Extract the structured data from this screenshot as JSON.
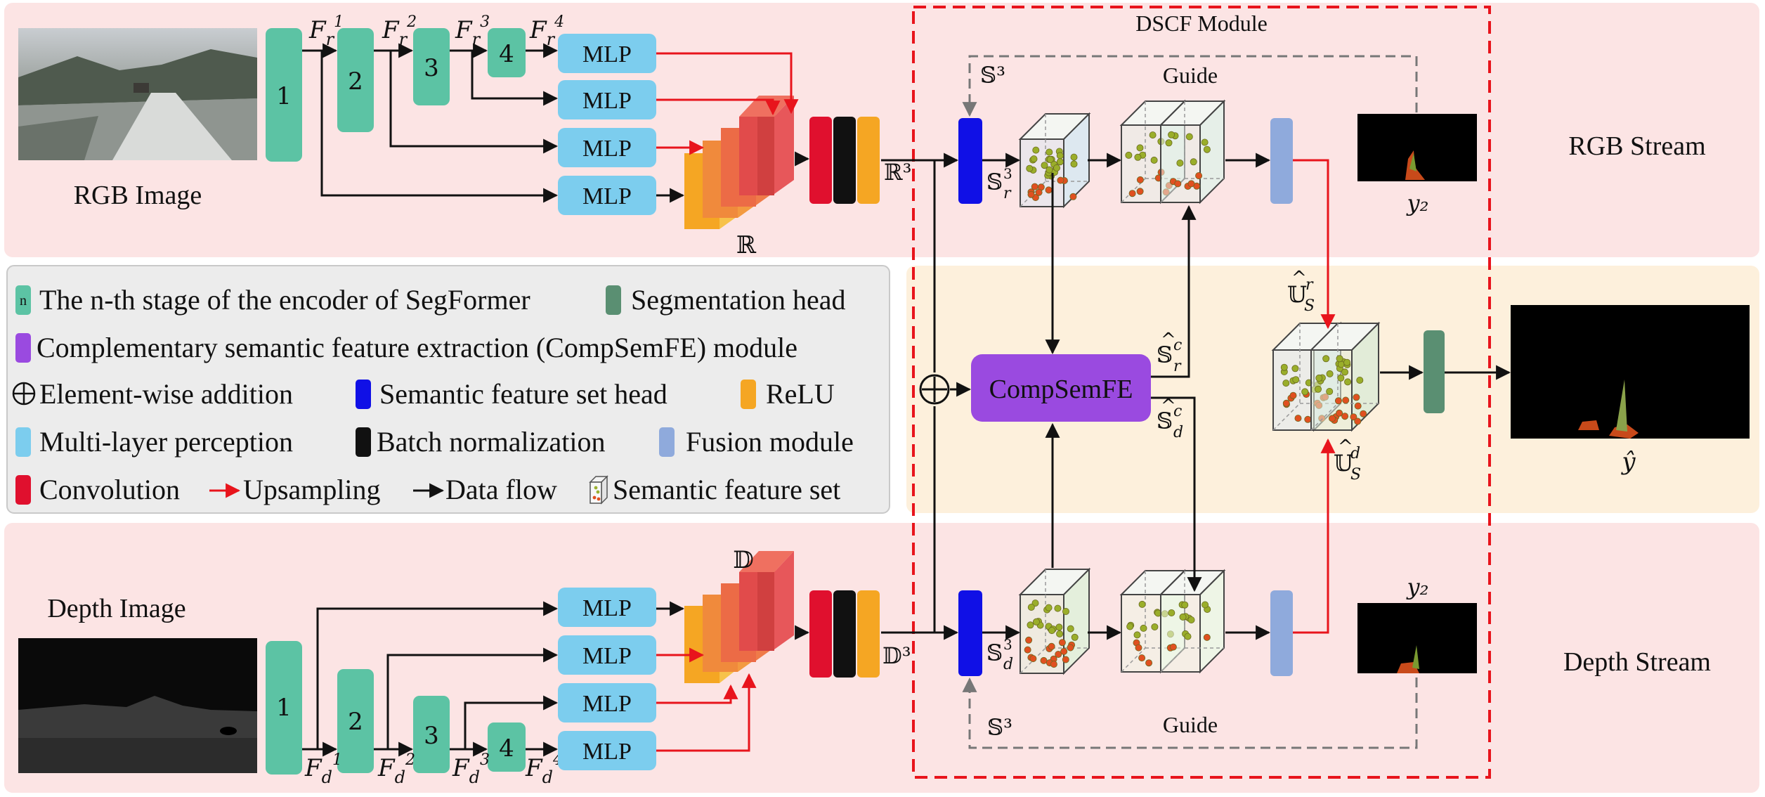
{
  "streams": {
    "rgb": "RGB Stream",
    "depth": "Depth Stream"
  },
  "images": {
    "rgb": "RGB Image",
    "depth": "Depth Image"
  },
  "module_title": "DSCF Module",
  "guide": "Guide",
  "mlp": "MLP",
  "compsemfe": "CompSemFE",
  "stages": [
    "1",
    "2",
    "3",
    "4"
  ],
  "symbols": {
    "r_set": "ℝ",
    "d_set": "𝔻",
    "r_set3": "ℝ³",
    "d_set3": "𝔻³",
    "s3": "𝕊³",
    "s_r3": "𝕊",
    "s_d3": "𝕊",
    "y2": "y₂",
    "yhat": "ŷ",
    "u_r": "𝕌",
    "u_d": "𝕌",
    "s_rc": "𝕊",
    "s_dc": "𝕊",
    "F": "F",
    "F_sup": [
      "1",
      "2",
      "3",
      "4"
    ],
    "F_sub_r": "r",
    "F_sub_d": "d"
  },
  "legend": {
    "stage_key": "n",
    "stage": "The n-th stage of the encoder of SegFormer",
    "seg_head": "Segmentation head",
    "compsemfe": "Complementary semantic feature extraction (CompSemFE) module",
    "addition": "Element-wise addition",
    "sem_head": "Semantic feature set head",
    "relu": "ReLU",
    "mlp": "Multi-layer perception",
    "bn": "Batch normalization",
    "fusion": "Fusion module",
    "conv": "Convolution",
    "upsampling": "Upsampling",
    "dataflow": "Data flow",
    "semset": "Semantic feature set"
  },
  "colors": {
    "stage": "#5cc3a4",
    "mlp": "#7ccdee",
    "conv": "#e0102e",
    "bn": "#111111",
    "relu": "#f5a623",
    "sem_head": "#1010e6",
    "fusion": "#8faadc",
    "seg_head": "#5a8f72",
    "compsemfe": "#9a4ae0",
    "upsample_arrow": "#e8141c",
    "stream_bg": "#fce4e4",
    "legend_bg": "#ececec",
    "mid_bg": "#fdf0dc"
  }
}
